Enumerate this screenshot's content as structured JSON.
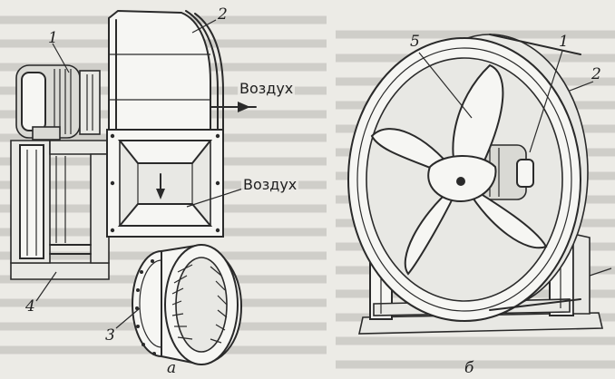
{
  "left_figure": {
    "caption": "а",
    "labels": [
      "1",
      "2",
      "3",
      "4"
    ],
    "air_top": "Воздух",
    "air_mid": "Воздух"
  },
  "right_figure": {
    "caption": "б",
    "labels": [
      "5",
      "1",
      "2"
    ]
  },
  "colors": {
    "background": "#ecebe6",
    "ink": "#2a2a2a"
  }
}
